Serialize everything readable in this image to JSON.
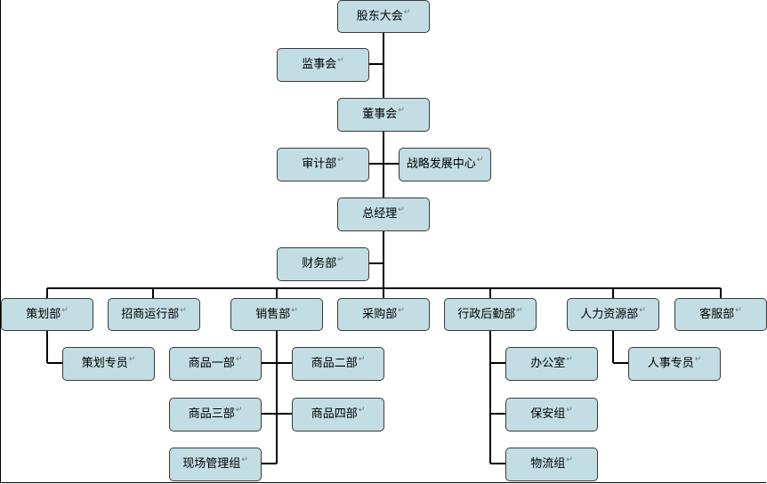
{
  "org_chart": {
    "paragraph_mark": "↵",
    "nodes": {
      "shareholders": "股东大会",
      "supervisory_board": "监事会",
      "board_of_directors": "董事会",
      "audit_dept": "审计部",
      "strategy_center": "战略发展中心",
      "general_manager": "总经理",
      "finance_dept": "财务部",
      "planning_dept": "策划部",
      "planning_specialist": "策划专员",
      "leasing_ops_dept": "招商运行部",
      "sales_dept": "销售部",
      "goods_dept_1": "商品一部",
      "goods_dept_2": "商品二部",
      "goods_dept_3": "商品三部",
      "goods_dept_4": "商品四部",
      "site_management": "现场管理组",
      "purchasing_dept": "采购部",
      "admin_logistics_dept": "行政后勤部",
      "office": "办公室",
      "security_team": "保安组",
      "logistics_team": "物流组",
      "hr_dept": "人力资源部",
      "hr_specialist": "人事专员",
      "customer_service_dept": "客服部"
    }
  }
}
